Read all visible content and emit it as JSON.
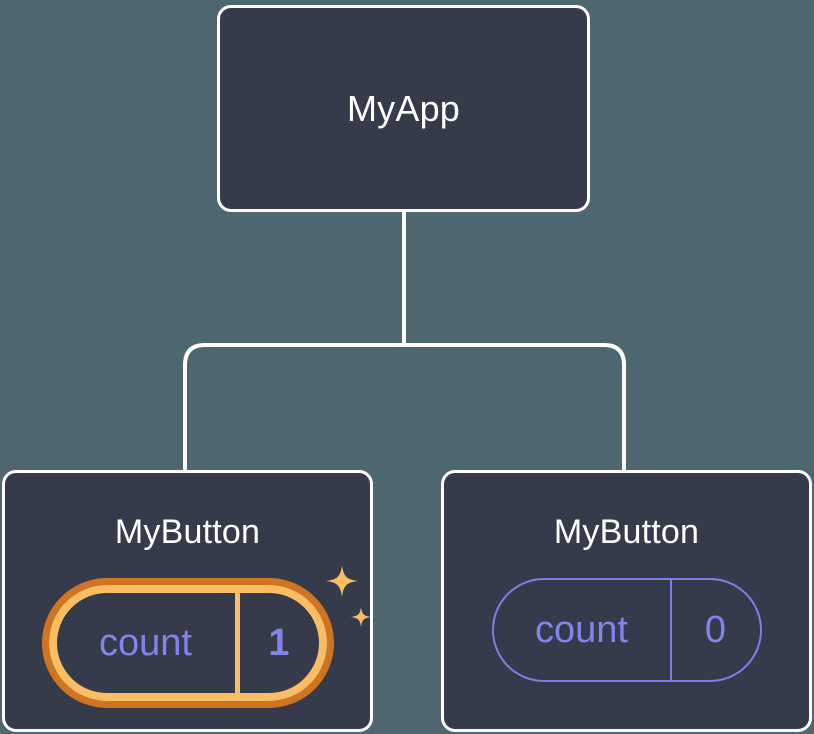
{
  "diagram": {
    "type": "component-tree",
    "title": "React component tree with state",
    "background_color": "#4d6670",
    "node_fill_color": "#353b4a",
    "node_border_color": "#ffffff",
    "connector_color": "#ffffff",
    "state_text_color": "#8184ec",
    "highlight_outer_color": "#cf7420",
    "highlight_inner_color": "#fbbd63",
    "sparkle_color": "#fbbd63"
  },
  "root": {
    "label": "MyApp"
  },
  "children": [
    {
      "label": "MyButton",
      "state": {
        "key": "count",
        "value": "1",
        "highlighted": true
      },
      "sparkle_icons": [
        "sparkle-large-icon",
        "sparkle-small-icon"
      ]
    },
    {
      "label": "MyButton",
      "state": {
        "key": "count",
        "value": "0",
        "highlighted": false
      },
      "sparkle_icons": []
    }
  ]
}
